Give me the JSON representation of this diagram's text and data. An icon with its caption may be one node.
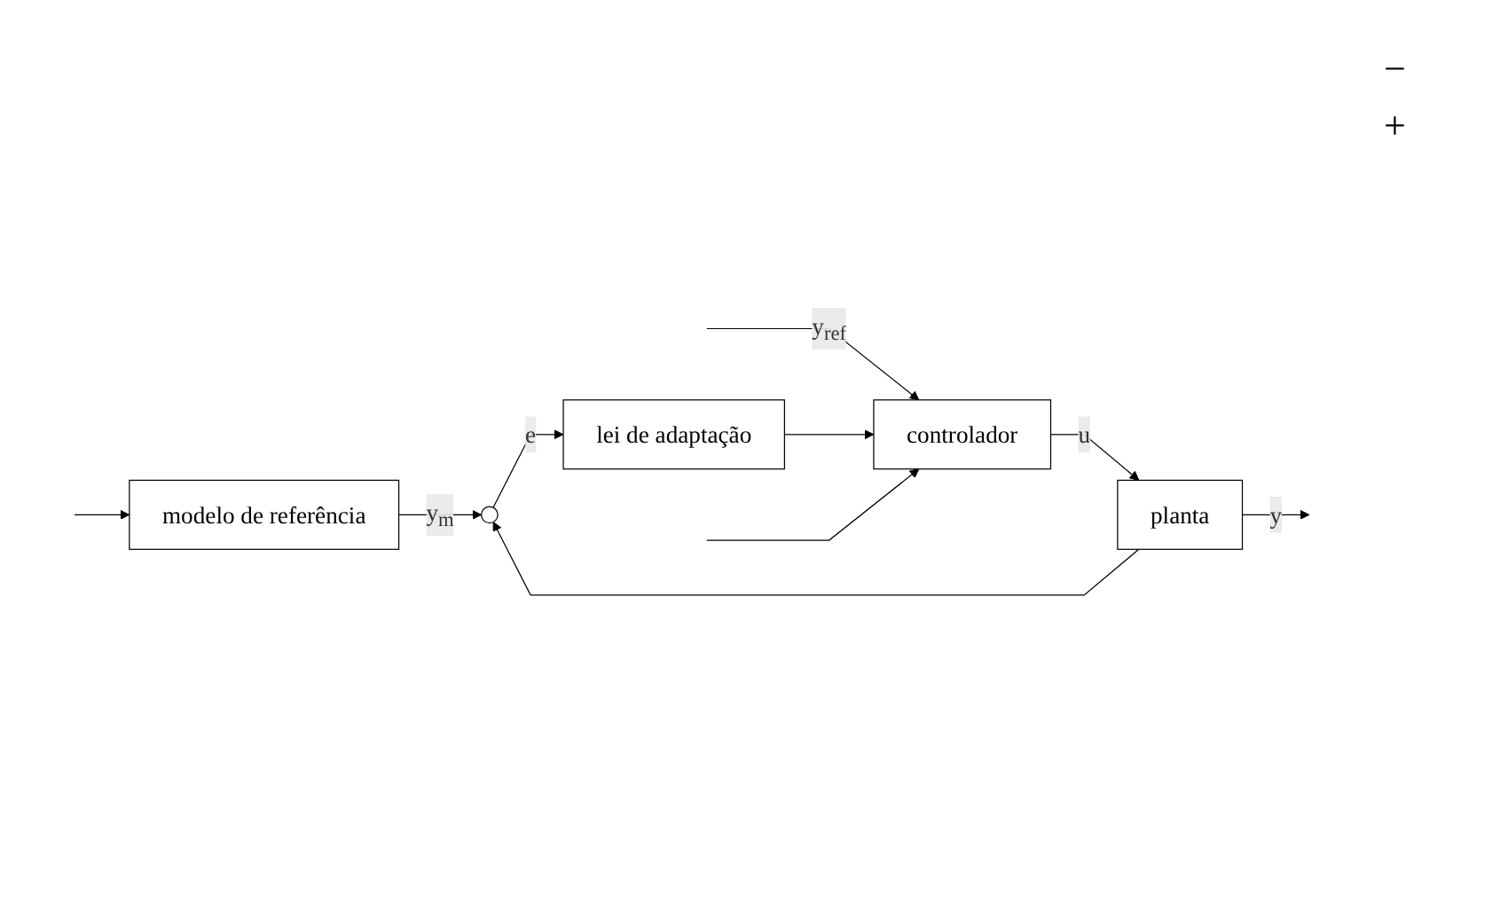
{
  "diagram": {
    "nodes": [
      {
        "text": [
          "modelo de referência"
        ]
      },
      {
        "text": [
          "lei de adaptação"
        ]
      },
      {
        "text": [],
        "shape": "circle"
      },
      {
        "text": [
          "controlador"
        ]
      },
      {
        "text": [
          "planta"
        ]
      }
    ],
    "edges": [
      {
        "from": null,
        "to": 3,
        "arrow": "to",
        "label": "y$_{ref}$"
      },
      {
        "from": null,
        "to": 0,
        "arrow": "to"
      },
      {
        "from": 0,
        "to": 2,
        "arrow": "to",
        "label": "y$_{m}$"
      },
      {
        "from": 2,
        "to": 1,
        "arrow": "to",
        "label": "e"
      },
      {
        "from": 3,
        "to": 4,
        "arrow": "to",
        "label": "u"
      },
      {
        "from": 4,
        "to": null,
        "arrow": "to",
        "label": "y"
      },
      {
        "from": 4,
        "to": 2,
        "arrow": "to"
      },
      {
        "from": 1,
        "to": 3,
        "arrow": "to"
      },
      {
        "from": null,
        "to": 3,
        "arrow": "to"
      }
    ],
    "labels": [
      "−",
      "+"
    ]
  }
}
